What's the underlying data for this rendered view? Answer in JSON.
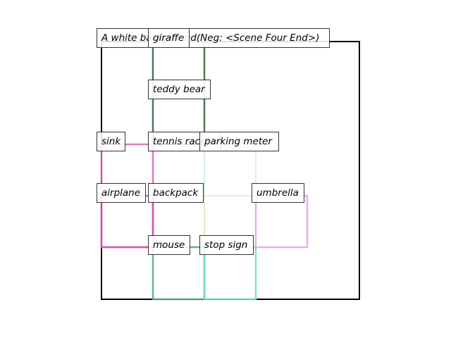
{
  "caption": "A white background(Neg: <Scene Four End>)",
  "objects": [
    {
      "label": "giraffe",
      "color": "#2e6a3e"
    },
    {
      "label": "teddy bear",
      "color": "#3d7a4d"
    },
    {
      "label": "sink",
      "color": "#d86ab8"
    },
    {
      "label": "tennis racket",
      "color": "#e6d8ea"
    },
    {
      "label": "parking meter",
      "color": "#cfeee6"
    },
    {
      "label": "airplane",
      "color": "#d04cb0"
    },
    {
      "label": "backpack",
      "color": "#e8dcc0"
    },
    {
      "label": "umbrella",
      "color": "#ea9ee0"
    },
    {
      "label": "mouse",
      "color": "#5aa88c"
    },
    {
      "label": "stop sign",
      "color": "#6fe0c0"
    }
  ]
}
